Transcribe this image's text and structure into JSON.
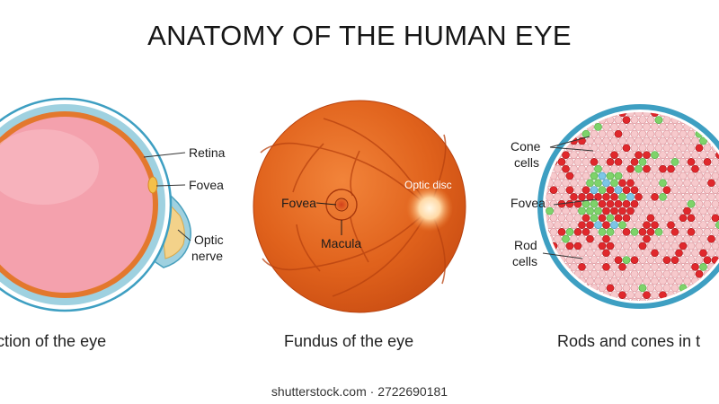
{
  "title": "ANATOMY OF THE HUMAN EYE",
  "panels": [
    {
      "caption": "s-section of the eye",
      "labels": {
        "retina": "Retina",
        "fovea": "Fovea",
        "optic_line1": "Optic",
        "optic_line2": "nerve"
      }
    },
    {
      "caption": "Fundus of the eye",
      "labels": {
        "fovea": "Fovea",
        "macula": "Macula",
        "optic_disc": "Optic disc"
      }
    },
    {
      "caption": "Rods and cones in t",
      "labels": {
        "cone_line1": "Cone",
        "cone_line2": "cells",
        "fovea": "Fovea",
        "rod_line1": "Rod",
        "rod_line2": "cells"
      }
    }
  ],
  "watermark": {
    "site": "shutterstock.com",
    "separator": "·",
    "id": "2722690181"
  },
  "colors": {
    "eye_pink": "#f4a1ad",
    "retina_orange": "#e3782d",
    "sclera_blue": "#9fd1e0",
    "fundus_orange": "#e0621c",
    "vessel": "#b8420f",
    "cell_pink": "#f6c9cc",
    "cell_red": "#e0282c",
    "cell_green": "#7ed36a",
    "cell_blue": "#7dc6e6"
  }
}
